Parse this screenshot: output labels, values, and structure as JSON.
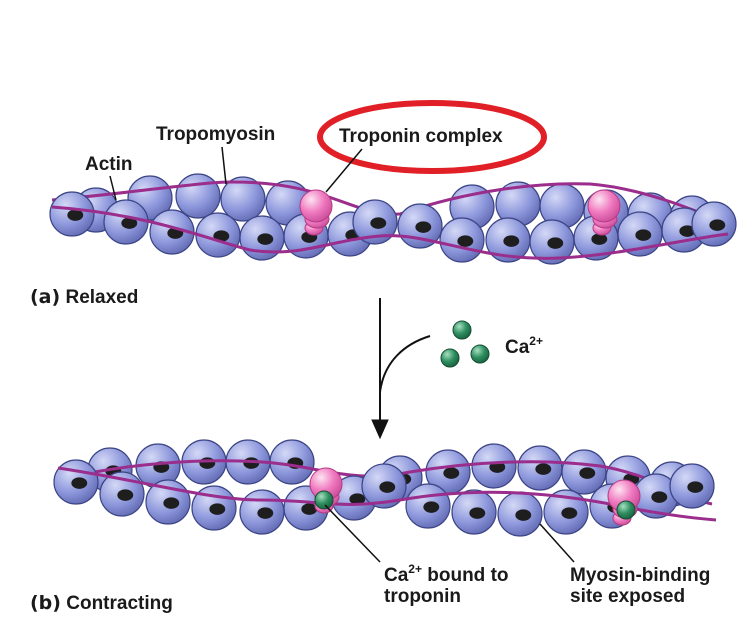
{
  "labels": {
    "actin": "Actin",
    "tropomyosin": "Tropomyosin",
    "troponin_complex": "Troponin complex",
    "panel_a_tag": "(a)",
    "panel_a_text": "Relaxed",
    "calcium_ion": "Ca",
    "calcium_charge": "2+",
    "panel_b_tag": "(b)",
    "panel_b_text": "Contracting",
    "ca_bound_prefix": "Ca",
    "ca_bound_charge": "2+",
    "ca_bound_rest": " bound to",
    "ca_bound_line2": "troponin",
    "myosin_line1": "Myosin-binding",
    "myosin_line2": "site exposed"
  },
  "colors": {
    "actin_fill": "#8e98dc",
    "actin_stroke": "#3c4585",
    "tropomyosin": "#9b2d8c",
    "troponin": "#f07ac0",
    "calcium": "#2f8f60",
    "highlight_ellipse": "#e01f26",
    "binding_site": "#1e1e1e"
  }
}
